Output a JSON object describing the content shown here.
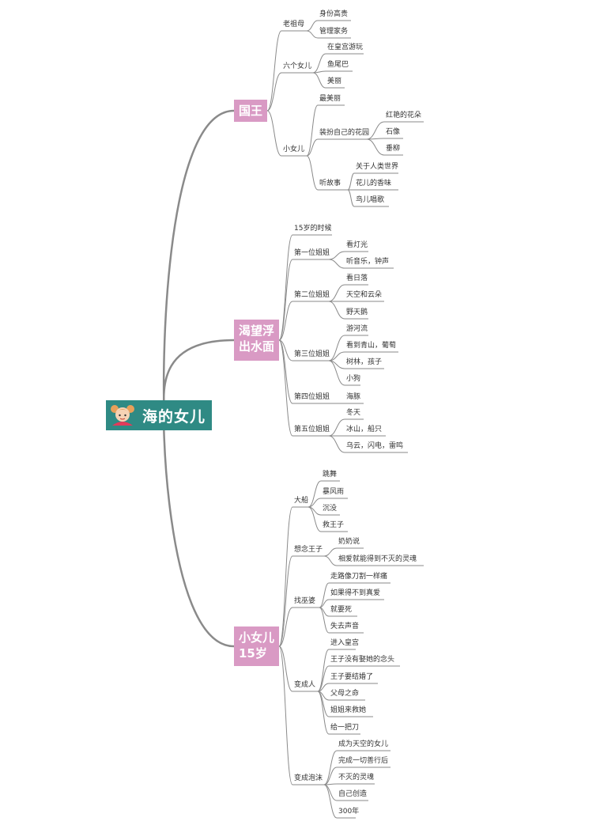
{
  "root": {
    "title": "海的女儿",
    "icon": "girl-avatar-icon"
  },
  "branches": [
    {
      "label": "国王"
    },
    {
      "label": "渴望浮出水面"
    },
    {
      "label": "小女儿15岁"
    }
  ],
  "colors": {
    "root": "#2f8a84",
    "branch": "#d99ac4",
    "line": "#8a8a8a"
  },
  "nodes": [
    "老祖母",
    "身份高贵",
    "管理家务",
    "六个女儿",
    "在皇宫游玩",
    "鱼尾巴",
    "美丽",
    "小女儿",
    "最美丽",
    "装扮自己的花园",
    "红艳的花朵",
    "石像",
    "垂柳",
    "听故事",
    "关于人类世界",
    "花儿的香味",
    "鸟儿唱歌",
    "15岁的时候",
    "第一位姐姐",
    "看灯光",
    "听音乐，钟声",
    "第二位姐姐",
    "看日落",
    "天空和云朵",
    "野天鹅",
    "第三位姐姐",
    "游河流",
    "看到青山，葡萄",
    "树林，孩子",
    "小狗",
    "第四位姐姐",
    "海豚",
    "第五位姐姐",
    "冬天",
    "冰山，船只",
    "乌云，闪电，雷鸣",
    "大船",
    "跳舞",
    "暴风雨",
    "沉没",
    "救王子",
    "想念王子",
    "奶奶说",
    "相爱就能得到不灭的灵魂",
    "找巫婆",
    "走路像刀割一样痛",
    "如果得不到真爱",
    "就要死",
    "失去声音",
    "变成人",
    "进入皇宫",
    "王子没有娶她的念头",
    "王子要结婚了",
    "父母之命",
    "姐姐来救她",
    "给一把刀",
    "变成泡沫",
    "成为天空的女儿",
    "完成一切善行后",
    "不灭的灵魂",
    "自己创造",
    "300年"
  ]
}
